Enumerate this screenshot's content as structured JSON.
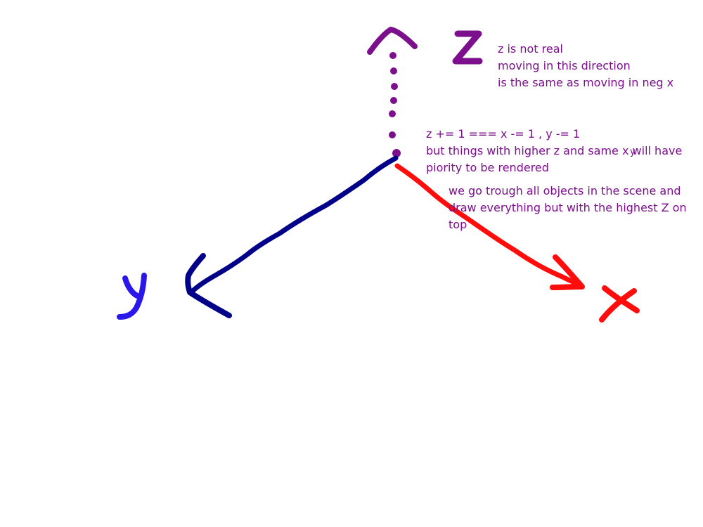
{
  "colors": {
    "z_axis": "#7b0f8c",
    "y_axis_arrow": "#000088",
    "y_label": "#2a18ea",
    "x_axis": "#ff0d0d",
    "notes": "#7b0f8c"
  },
  "axes": {
    "z_label": "Z",
    "y_label": "Y",
    "x_label": "X"
  },
  "notes": {
    "z_note": [
      "z is not real",
      "moving in this direction",
      "is the same as moving in neg x"
    ],
    "rule_note": [
      "z += 1 === x -= 1 , y -= 1",
      "but things with higher z and same x will have",
      "piority to be rendered"
    ],
    "rule_note_stray_mark": "y",
    "render_note": [
      "we go trough all objects in the scene and",
      "draw everything but with the highest Z on",
      "top"
    ]
  }
}
